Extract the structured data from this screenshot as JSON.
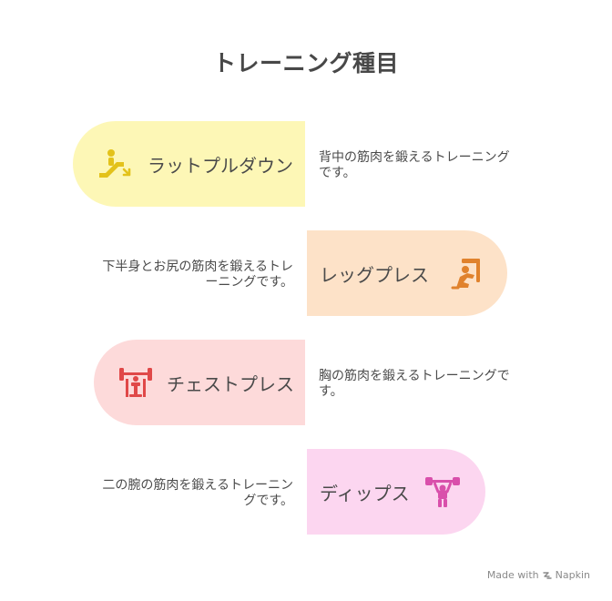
{
  "title": "トレーニング種目",
  "items": [
    {
      "label": "ラットプルダウン",
      "description": "背中の筋肉を鍛えるトレーニングです。",
      "color": "#fdf7b6",
      "icon_color": "#e3c21a",
      "icon": "escalator-icon"
    },
    {
      "label": "レッグプレス",
      "description": "下半身とお尻の筋肉を鍛えるトレーニングです。",
      "color": "#fde2c8",
      "icon_color": "#e0822d",
      "icon": "leg-press-icon"
    },
    {
      "label": "チェストプレス",
      "description": "胸の筋肉を鍛えるトレーニングです。",
      "color": "#fddada",
      "icon_color": "#e04848",
      "icon": "bench-press-icon"
    },
    {
      "label": "ディップス",
      "description": "二の腕の筋肉を鍛えるトレーニングです。",
      "color": "#fcd6f0",
      "icon_color": "#d94fab",
      "icon": "weightlifter-icon"
    }
  ],
  "footer": {
    "made_with": "Made with",
    "brand": "Napkin"
  }
}
